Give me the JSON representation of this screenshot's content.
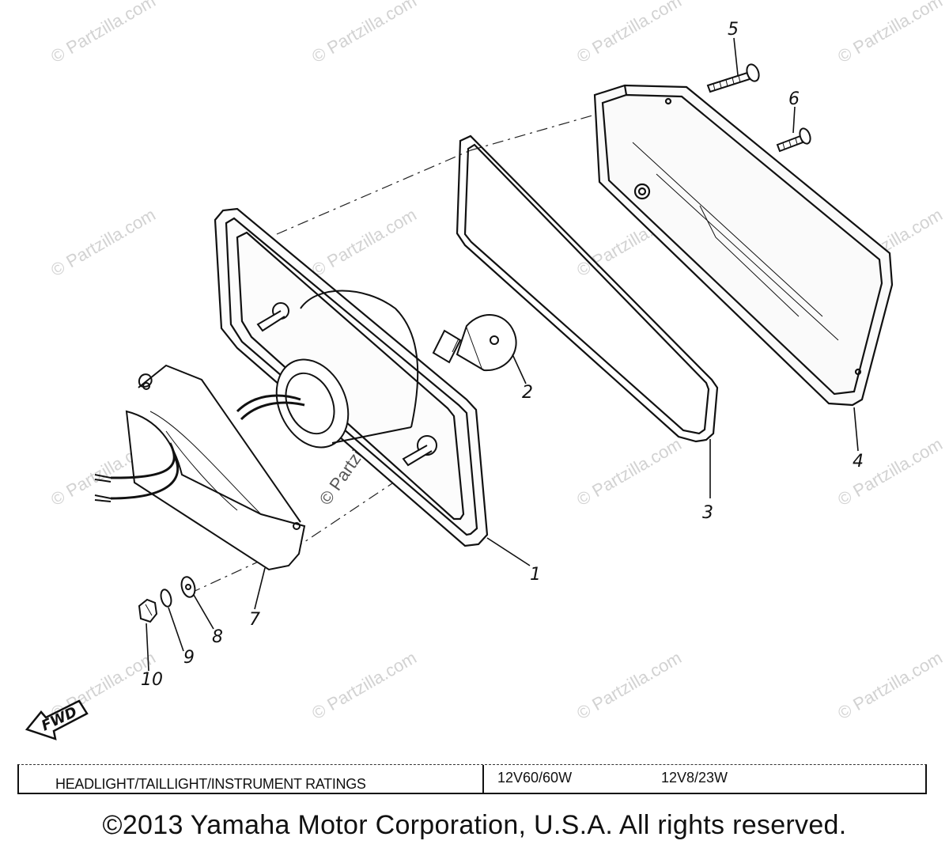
{
  "diagram": {
    "callouts": [
      "1",
      "2",
      "3",
      "4",
      "5",
      "6",
      "7",
      "8",
      "9",
      "10"
    ],
    "fwd_label": "FWD",
    "watermark_text": "© Partzilla.com",
    "icons": [
      "fwd-arrow-icon"
    ]
  },
  "ratings_bar": {
    "label": "HEADLIGHT/TAILLIGHT/INSTRUMENT RATINGS",
    "value_1": "12V60/60W",
    "value_2": "12V8/23W"
  },
  "copyright": "©2013 Yamaha Motor Corporation, U.S.A. All rights reserved."
}
